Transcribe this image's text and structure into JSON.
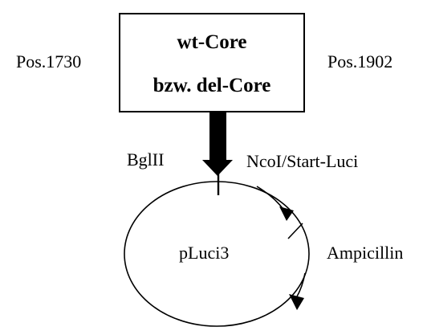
{
  "left_position": "Pos.1730",
  "right_position": "Pos.1902",
  "insert_box": {
    "line1": "wt-Core",
    "line2": "bzw. del-Core"
  },
  "site_left": "BglII",
  "site_right": "NcoI/Start-Luci",
  "plasmid_name": "pLuci3",
  "gene_label": "Ampicillin",
  "colors": {
    "ink": "#000000",
    "background": "#ffffff"
  },
  "icons": [
    "insertion-arrow",
    "luciferase-gene-arrow",
    "ampicillin-gene-arrow",
    "restriction-site-tick"
  ]
}
